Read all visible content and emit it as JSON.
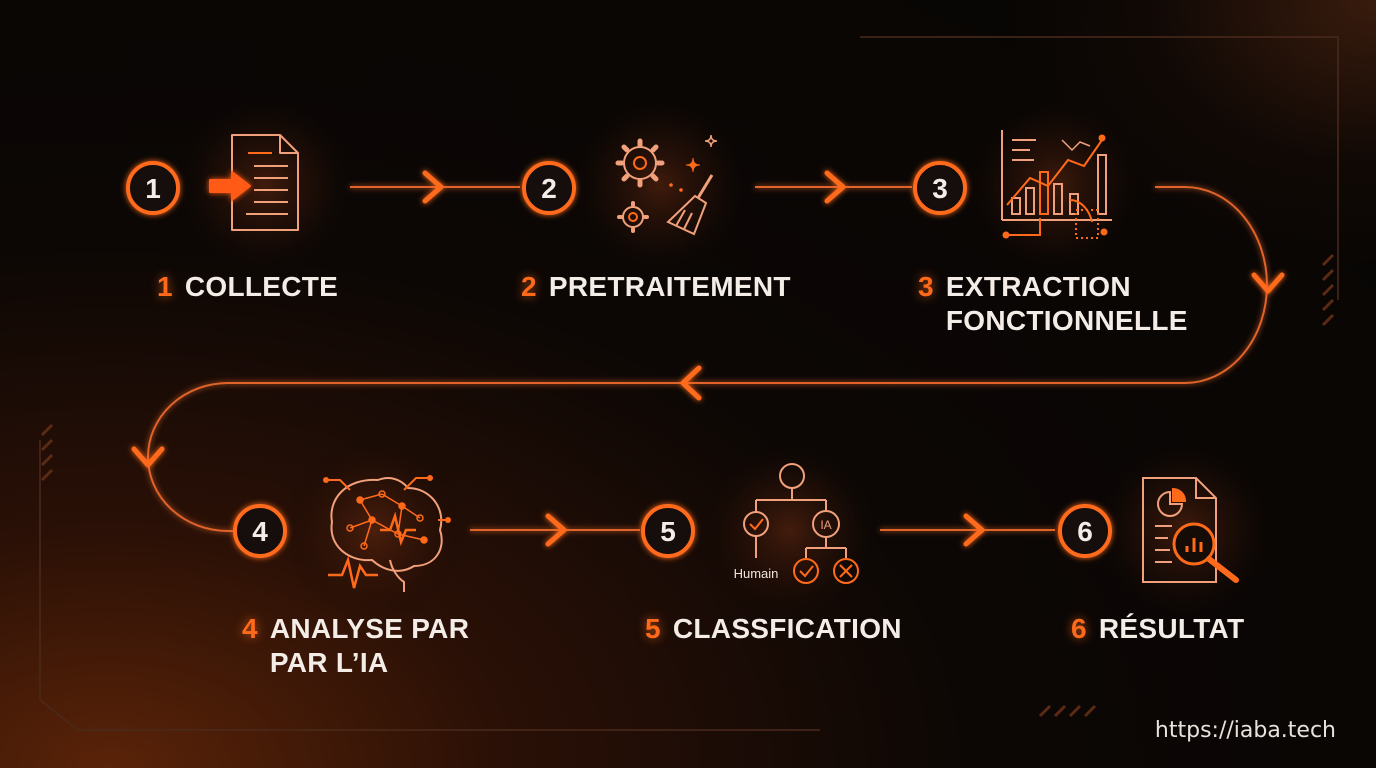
{
  "stages": [
    {
      "number": "1",
      "title": "COLLECTE"
    },
    {
      "number": "2",
      "title": "PRETRAITEMENT"
    },
    {
      "number": "3",
      "title": "EXTRACTION FONCTIONNELLE"
    },
    {
      "number": "4",
      "title": "ANALYSE PAR PAR L’IA"
    },
    {
      "number": "5",
      "title": "CLASSFICATION"
    },
    {
      "number": "6",
      "title": "RÉSULTAT"
    }
  ],
  "classification_icon": {
    "left_label": "Humain",
    "right_label": "IA"
  },
  "footer": {
    "url": "https://iaba.tech"
  },
  "colors": {
    "accent": "#ff6a1a",
    "text": "#f4ece6",
    "background": "#0a0605"
  }
}
